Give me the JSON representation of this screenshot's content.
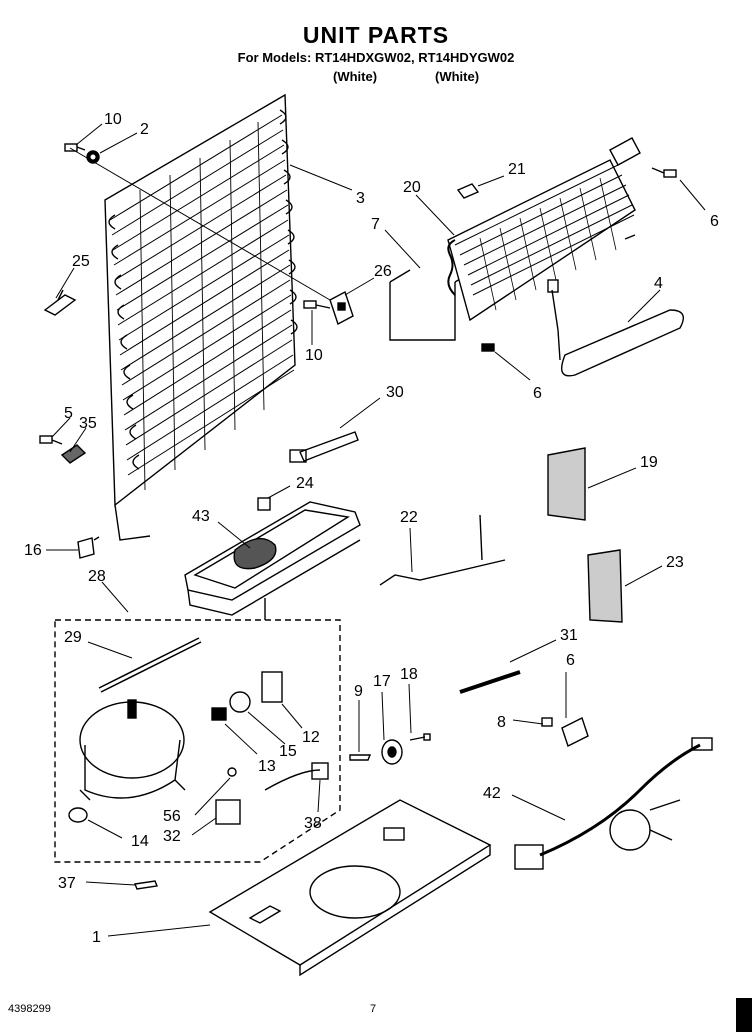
{
  "header": {
    "title": "UNIT PARTS",
    "models": "For Models: RT14HDXGW02, RT14HDYGW02",
    "color1": "(White)",
    "color2": "(White)"
  },
  "callouts": [
    "10",
    "2",
    "3",
    "21",
    "20",
    "7",
    "6",
    "25",
    "26",
    "10",
    "4",
    "6",
    "30",
    "5",
    "35",
    "19",
    "24",
    "43",
    "16",
    "22",
    "23",
    "28",
    "29",
    "31",
    "6",
    "9",
    "17",
    "18",
    "8",
    "12",
    "15",
    "13",
    "56",
    "38",
    "14",
    "32",
    "42",
    "37",
    "1"
  ],
  "footer": {
    "doc_number": "4398299",
    "page_number": "7"
  }
}
